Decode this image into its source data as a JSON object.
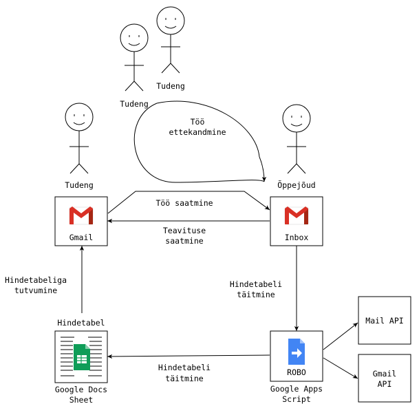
{
  "actors": {
    "student_back_1": "Tudeng",
    "student_back_2": "Tudeng",
    "student_left": "Tudeng",
    "teacher": "Õppejõud"
  },
  "boxes": {
    "gmail": "Gmail",
    "inbox": "Inbox",
    "robo": "ROBO",
    "mail_api": "Mail API",
    "gmail_api_line1": "Gmail",
    "gmail_api_line2": "API"
  },
  "captions": {
    "sheet_title": "Hindetabel",
    "sheet_name_line1": "Google Docs",
    "sheet_name_line2": "Sheet",
    "script_line1": "Google Apps",
    "script_line2": "Script"
  },
  "edges": {
    "submission_line1": "Töö",
    "submission_line2": "ettekandmine",
    "send_work": "Töö saatmine",
    "notify_line1": "Teavituse",
    "notify_line2": "saatmine",
    "fill_table_line1": "Hindetabeli",
    "fill_table_line2": "täitmine",
    "review_line1": "Hindetabeliga",
    "review_line2": "tutvumine",
    "fill_sheet_line1": "Hindetabeli",
    "fill_sheet_line2": "täitmine"
  },
  "colors": {
    "gmail_red": "#D93025",
    "gmail_dark_red": "#A52714",
    "sheets_green": "#0F9D58",
    "apps_script_blue": "#4285F4"
  },
  "icons": {
    "gmail": "gmail-icon",
    "sheets": "google-sheets-icon",
    "apps_script": "apps-script-icon"
  }
}
